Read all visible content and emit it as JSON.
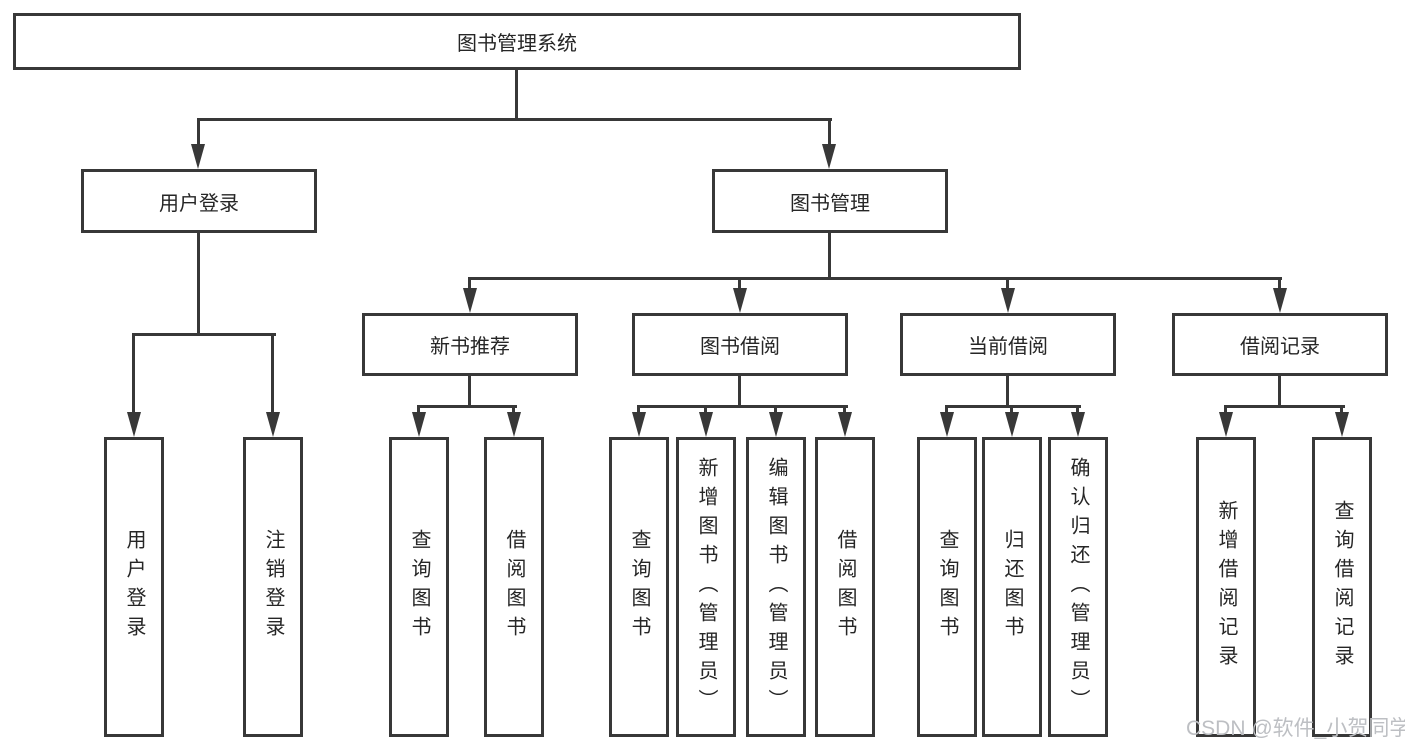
{
  "nodes": {
    "root": "图书管理系统",
    "login": "用户登录",
    "manage": "图书管理",
    "rec": "新书推荐",
    "borrow": "图书借阅",
    "current": "当前借阅",
    "record": "借阅记录",
    "login_user": "用户登录",
    "login_logout": "注销登录",
    "rec_query": "查询图书",
    "rec_borrow": "借阅图书",
    "borrow_query": "查询图书",
    "borrow_add": "新增图书（管理员）",
    "borrow_edit": "编辑图书（管理员）",
    "borrow_borrow": "借阅图书",
    "current_query": "查询图书",
    "current_return": "归还图书",
    "current_confirm": "确认归还（管理员）",
    "record_add": "新增借阅记录",
    "record_query": "查询借阅记录"
  },
  "hierarchy": {
    "root": "图书管理系统",
    "children": [
      {
        "label": "用户登录",
        "children": [
          "用户登录",
          "注销登录"
        ]
      },
      {
        "label": "图书管理",
        "children": [
          {
            "label": "新书推荐",
            "children": [
              "查询图书",
              "借阅图书"
            ]
          },
          {
            "label": "图书借阅",
            "children": [
              "查询图书",
              "新增图书（管理员）",
              "编辑图书（管理员）",
              "借阅图书"
            ]
          },
          {
            "label": "当前借阅",
            "children": [
              "查询图书",
              "归还图书",
              "确认归还（管理员）"
            ]
          },
          {
            "label": "借阅记录",
            "children": [
              "新增借阅记录",
              "查询借阅记录"
            ]
          }
        ]
      }
    ]
  },
  "watermark": "CSDN @软件_小贺同学",
  "colors": {
    "line": "#383838",
    "text": "#262626",
    "watermark": "#bdbfc3",
    "background": "#ffffff"
  }
}
